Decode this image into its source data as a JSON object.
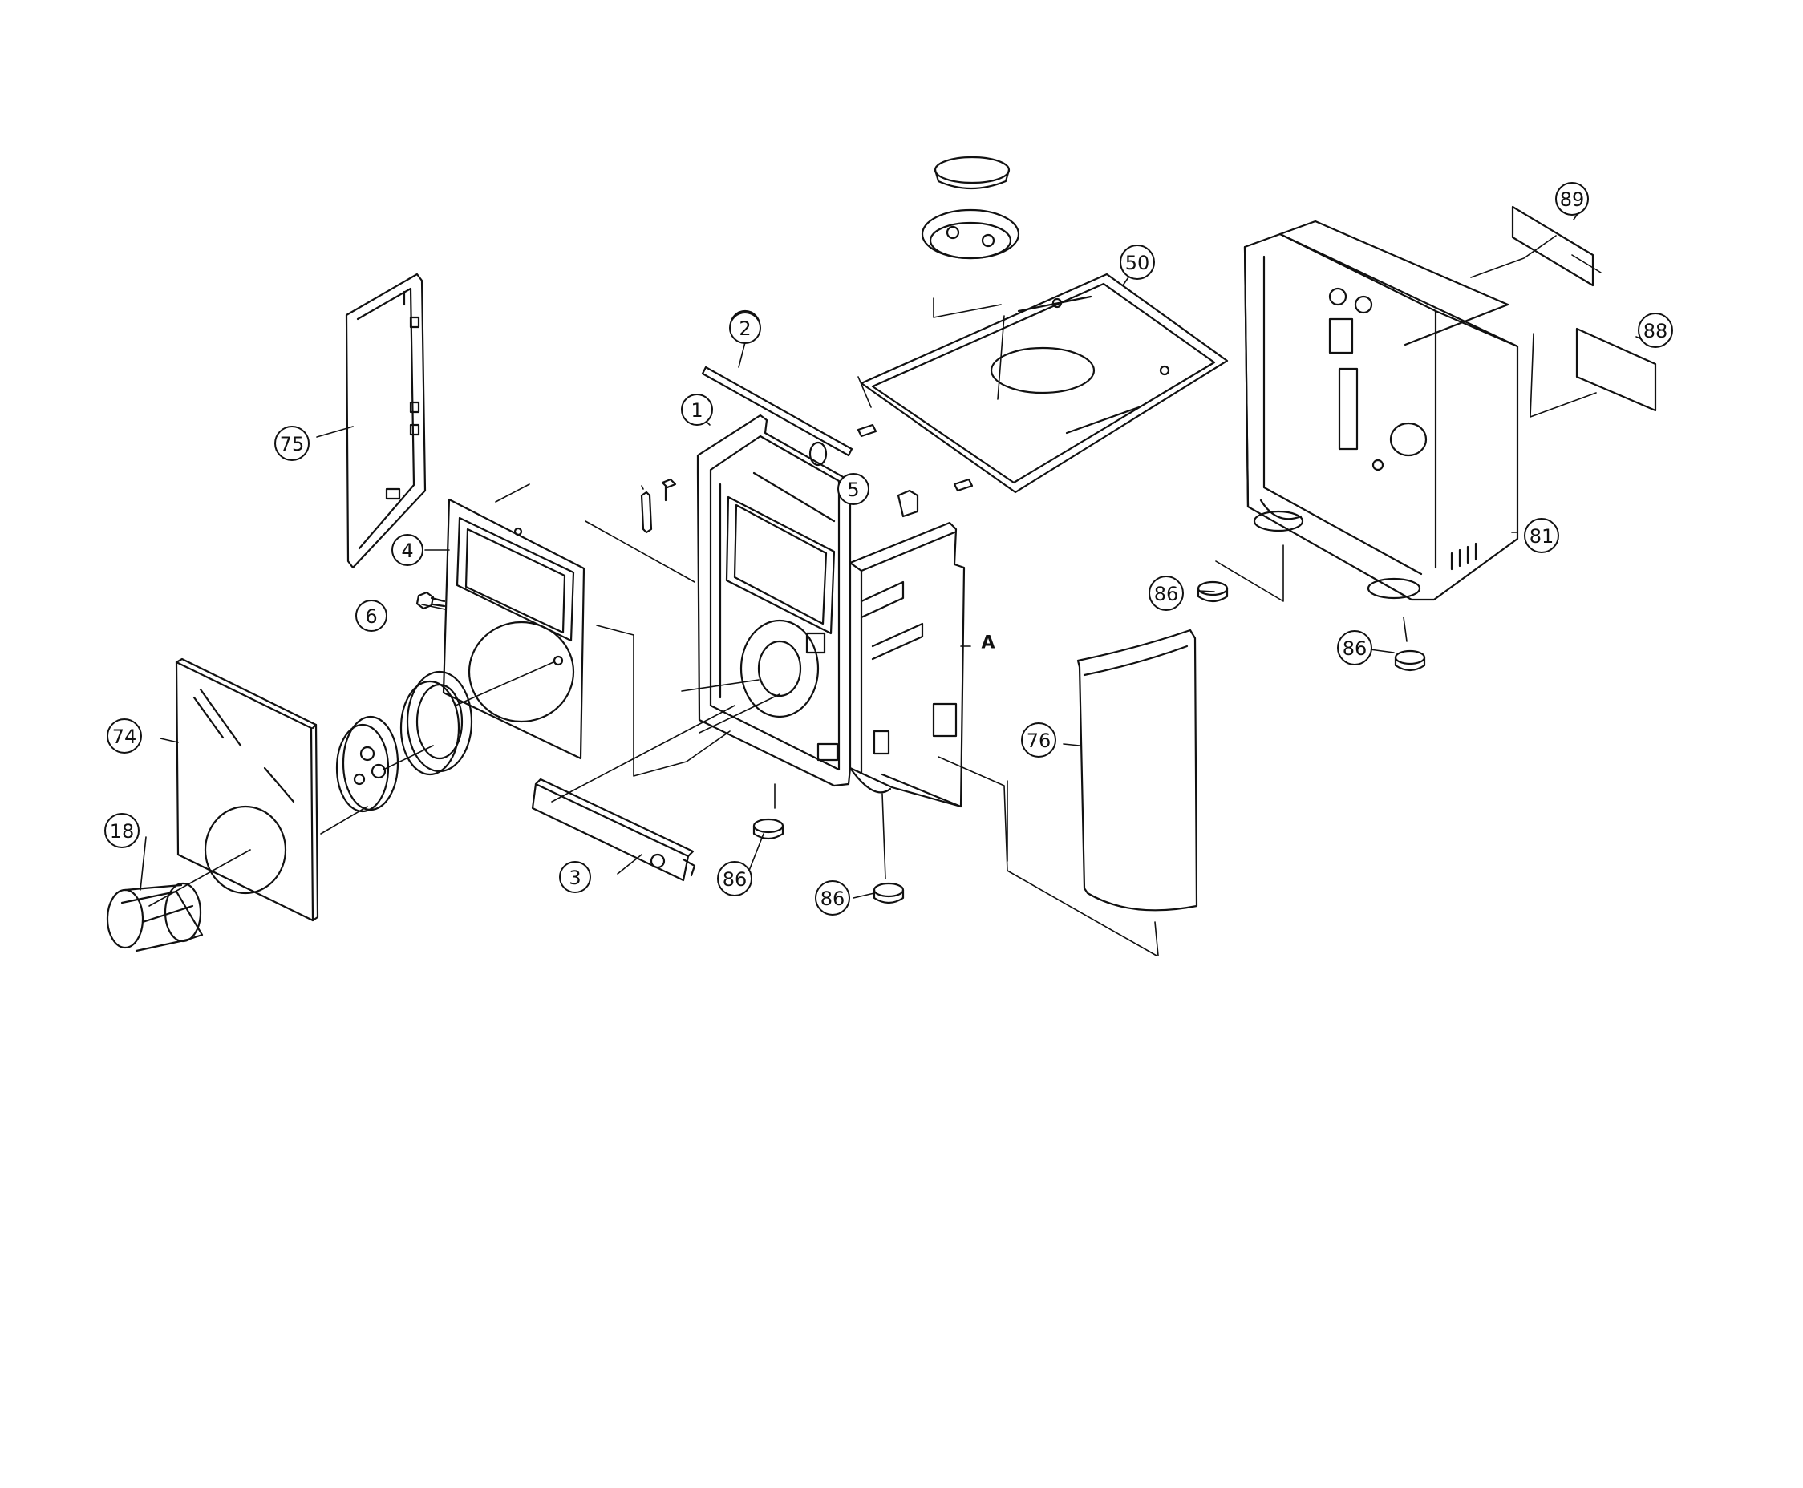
{
  "colors": {
    "ink": "#111111",
    "paper": "#ffffff"
  },
  "parts": [
    {
      "id": "p1",
      "number": "1"
    },
    {
      "id": "p2",
      "number": "2"
    },
    {
      "id": "p3",
      "number": "3"
    },
    {
      "id": "p4",
      "number": "4"
    },
    {
      "id": "p5",
      "number": "5"
    },
    {
      "id": "p6",
      "number": "6"
    },
    {
      "id": "p18",
      "number": "18"
    },
    {
      "id": "p50",
      "number": "50"
    },
    {
      "id": "p74",
      "number": "74"
    },
    {
      "id": "p75",
      "number": "75"
    },
    {
      "id": "p76",
      "number": "76"
    },
    {
      "id": "p81",
      "number": "81"
    },
    {
      "id": "p86a",
      "number": "86"
    },
    {
      "id": "p86b",
      "number": "86"
    },
    {
      "id": "p86c",
      "number": "86"
    },
    {
      "id": "p86d",
      "number": "86"
    },
    {
      "id": "p88",
      "number": "88"
    },
    {
      "id": "p89",
      "number": "89"
    }
  ],
  "reference_mark": "A"
}
